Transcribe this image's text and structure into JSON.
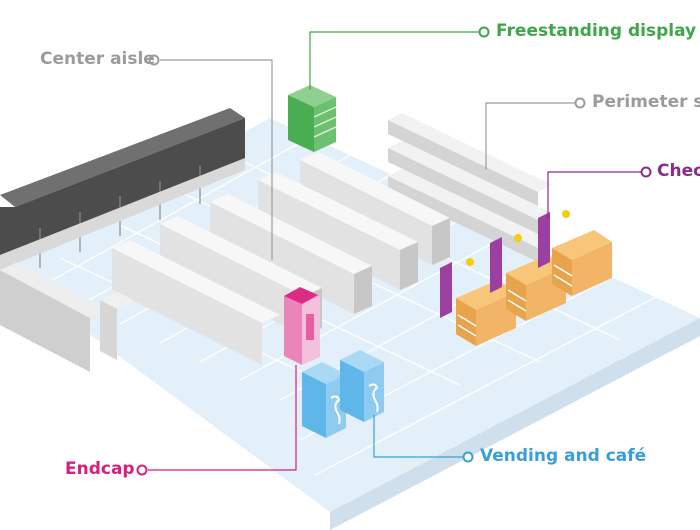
{
  "labels": {
    "center_aisle": "Center aisle",
    "freestanding_display": "Freestanding display",
    "perimeter_shelving": "Perimeter she",
    "checkout": "Chec",
    "endcap": "Endcap",
    "vending_cafe": "Vending and café"
  },
  "colors": {
    "floor": "#e3f0fa",
    "floor_grid": "#ffffff",
    "shelf_white": "#f4f4f4",
    "shelf_shadow": "#c9c9c9",
    "wall_dark": "#555555",
    "green": "#3fa64a",
    "gray_label": "#9b9b9b",
    "purple": "#8a2b8f",
    "magenta": "#d81f7b",
    "blue": "#3a9fd8",
    "counter_orange": "#f6b654"
  }
}
